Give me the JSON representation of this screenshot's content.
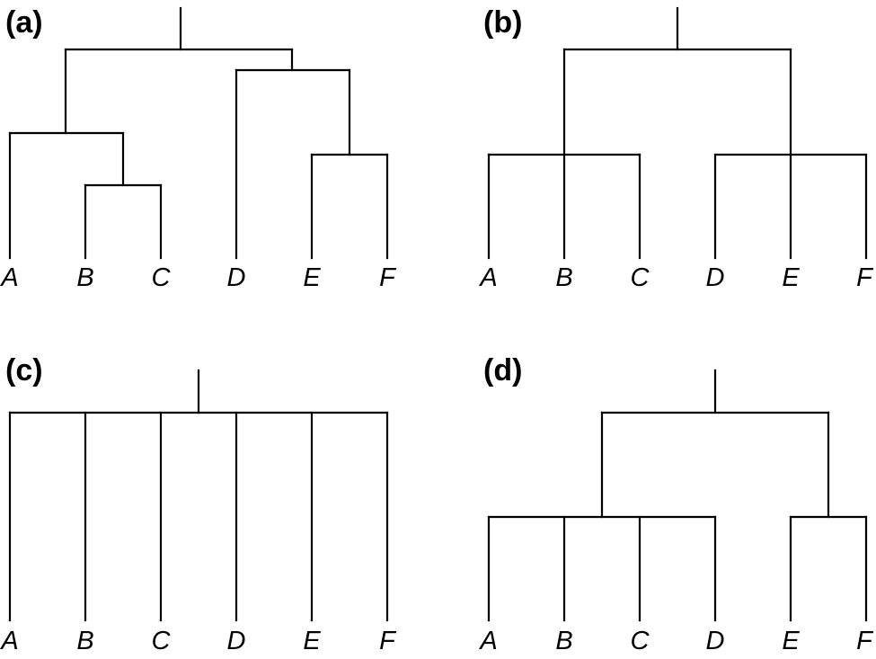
{
  "figure": {
    "line_color": "#000000",
    "background": "#ffffff",
    "panels": [
      {
        "label": "(a)",
        "leaves": [
          "A",
          "B",
          "C",
          "D",
          "E",
          "F"
        ],
        "tree": [
          [
            [
              "A"
            ],
            [
              [
                "B"
              ],
              [
                "C"
              ]
            ]
          ],
          [
            [
              "D"
            ],
            [
              [
                "E"
              ],
              [
                "F"
              ]
            ]
          ]
        ]
      },
      {
        "label": "(b)",
        "leaves": [
          "A",
          "B",
          "C",
          "D",
          "E",
          "F"
        ],
        "tree": [
          [
            [
              "A"
            ],
            [
              "B"
            ],
            [
              "C"
            ]
          ],
          [
            [
              "D"
            ],
            [
              "E"
            ],
            [
              "F"
            ]
          ]
        ]
      },
      {
        "label": "(c)",
        "leaves": [
          "A",
          "B",
          "C",
          "D",
          "E",
          "F"
        ],
        "tree": [
          [
            "A"
          ],
          [
            "B"
          ],
          [
            "C"
          ],
          [
            "D"
          ],
          [
            "E"
          ],
          [
            "F"
          ]
        ]
      },
      {
        "label": "(d)",
        "leaves": [
          "A",
          "B",
          "C",
          "D",
          "E",
          "F"
        ],
        "tree": [
          [
            [
              "A"
            ],
            [
              "B"
            ],
            [
              "C"
            ],
            [
              "D"
            ]
          ],
          [
            [
              "E"
            ],
            [
              "F"
            ]
          ]
        ]
      }
    ]
  }
}
